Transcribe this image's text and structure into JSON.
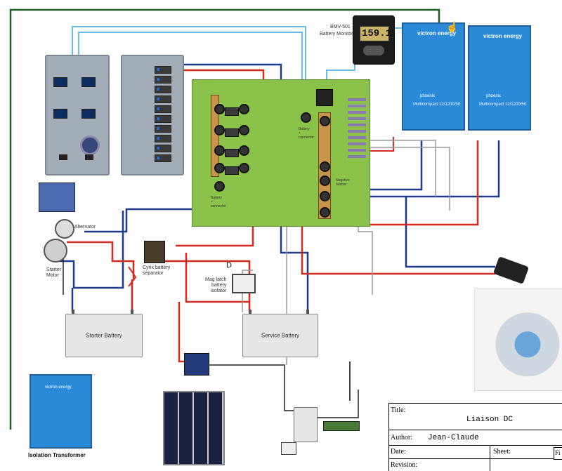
{
  "labels": {
    "bmv_model": "BMV-501",
    "bmv_name": "Battery Monitor",
    "bmv_reading": "159.1",
    "inverter1_brand": "victron energy",
    "inverter1_phoenix": "phoenix",
    "inverter1_model": "Multicompact 12/1200/50",
    "inverter2_brand": "victron energy",
    "inverter2_phoenix": "phoenix",
    "inverter2_model": "Multicompact 12/1200/50",
    "alternator": "Alternator",
    "starter_motor": "Starter\nMotor",
    "cyrix": "Cyrix battery\nseparator",
    "mag_latch": "Mag latch\nbattery\nisolator",
    "marker_d": "D",
    "starter_battery": "Starter Battery",
    "service_battery": "Service Battery",
    "isolation_transformer": "Isolation Transformer",
    "iso_brand": "victron energy",
    "battery_connector": "Battery\n+\nconnector",
    "negative_busbar": "Negative\nbusbar",
    "battery_connector2": "Battery\n+\nconnector"
  },
  "title_block": {
    "title_key": "Title:",
    "title_value": "Liaison DC",
    "author_key": "Author:",
    "author_value": "Jean-Claude",
    "date_key": "Date:",
    "sheet_key": "Sheet:",
    "revision_key": "Revision:",
    "fi_key": "Fi"
  },
  "colors": {
    "board": "#8bc34a",
    "wire_red": "#d62a1f",
    "wire_blue": "#1e3a8a",
    "wire_lightblue": "#69bde6",
    "wire_green": "#1f5f1f",
    "wire_gray": "#9a9a9a",
    "wire_black": "#222222",
    "victron_blue": "#2a8ad8"
  }
}
